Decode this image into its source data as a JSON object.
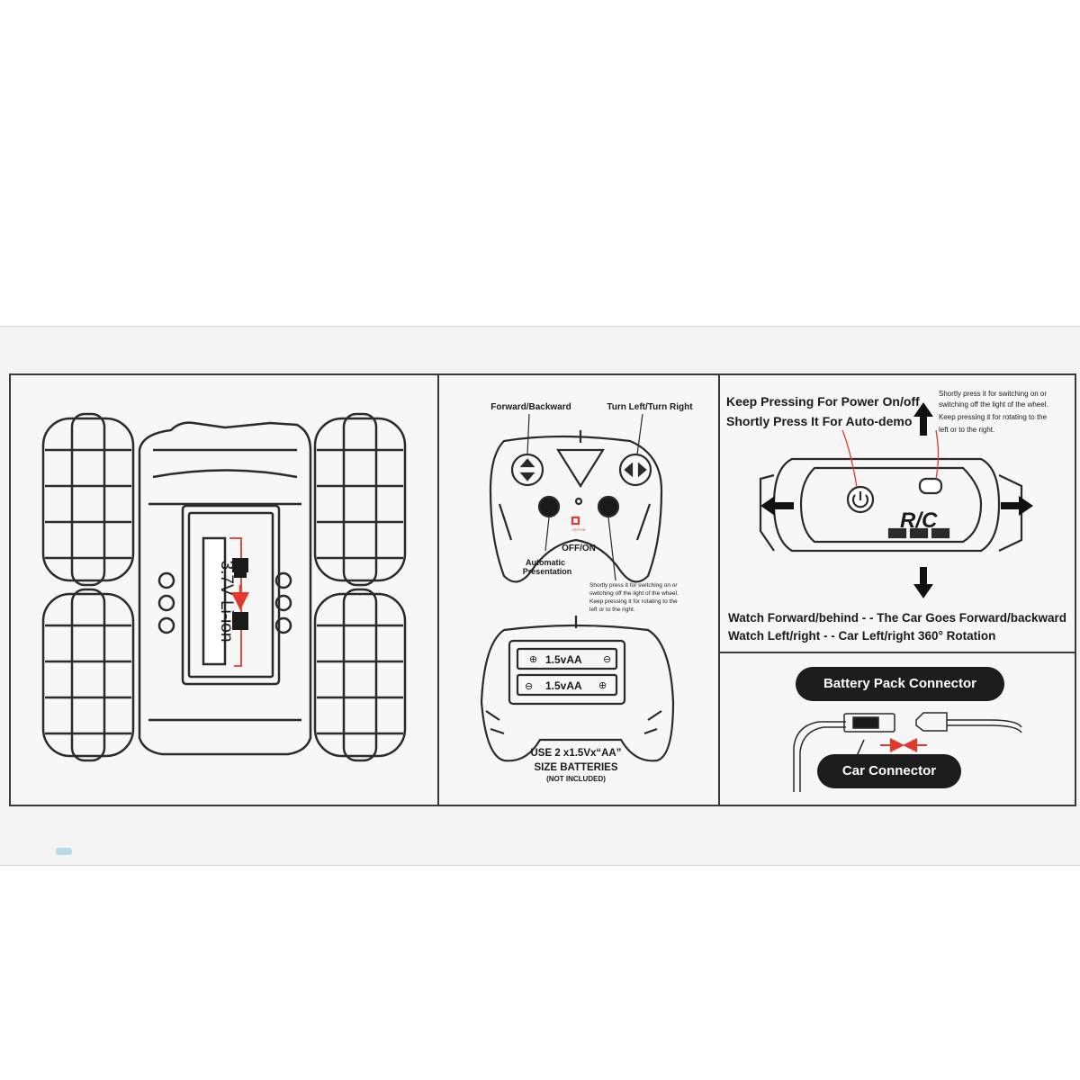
{
  "panel_car": {
    "battery_label": "3.7V Li-ion"
  },
  "panel_remote": {
    "label_forward_backward": "Forward/Backward",
    "label_turn": "Turn Left/Turn Right",
    "label_offon": "OFF/ON",
    "label_auto_line1": "Automatic",
    "label_auto_line2": "Presentation",
    "light_note_line1": "Shortly press it for switching on or",
    "light_note_line2": "switching off the light of the wheel.",
    "light_note_line3": "Keep pressing it for rotating to the",
    "light_note_line4": "left or to the right.",
    "switch_tiny": "OFF/ON",
    "battery_cell_1": "1.5vAA",
    "battery_cell_2": "1.5vAA",
    "battery_note_line1": "USE 2 x1.5Vx“AA”",
    "battery_note_line2": "SIZE BATTERIES",
    "battery_note_line3": "(NOT INCLUDED)"
  },
  "panel_watch": {
    "power_line1": "Keep Pressing For Power On/off",
    "power_line2": "Shortly Press It For Auto-demo",
    "light_note_line1": "Shortly press it for switching on or",
    "light_note_line2": "switching off the light of the wheel.",
    "light_note_line3": "Keep pressing it for rotating to the",
    "light_note_line4": "left or to the right.",
    "rc_logo": "R/C",
    "bottom_line1": "Watch Forward/behind - - The Car Goes Forward/backward",
    "bottom_line2": "Watch Left/right - - Car Left/right 360° Rotation"
  },
  "panel_connector": {
    "battery_pack_label": "Battery Pack Connector",
    "car_connector_label": "Car Connector"
  },
  "colors": {
    "line": "#2a2a2a",
    "accent_red": "#e2392b",
    "label_bg": "#1c1c1c"
  }
}
